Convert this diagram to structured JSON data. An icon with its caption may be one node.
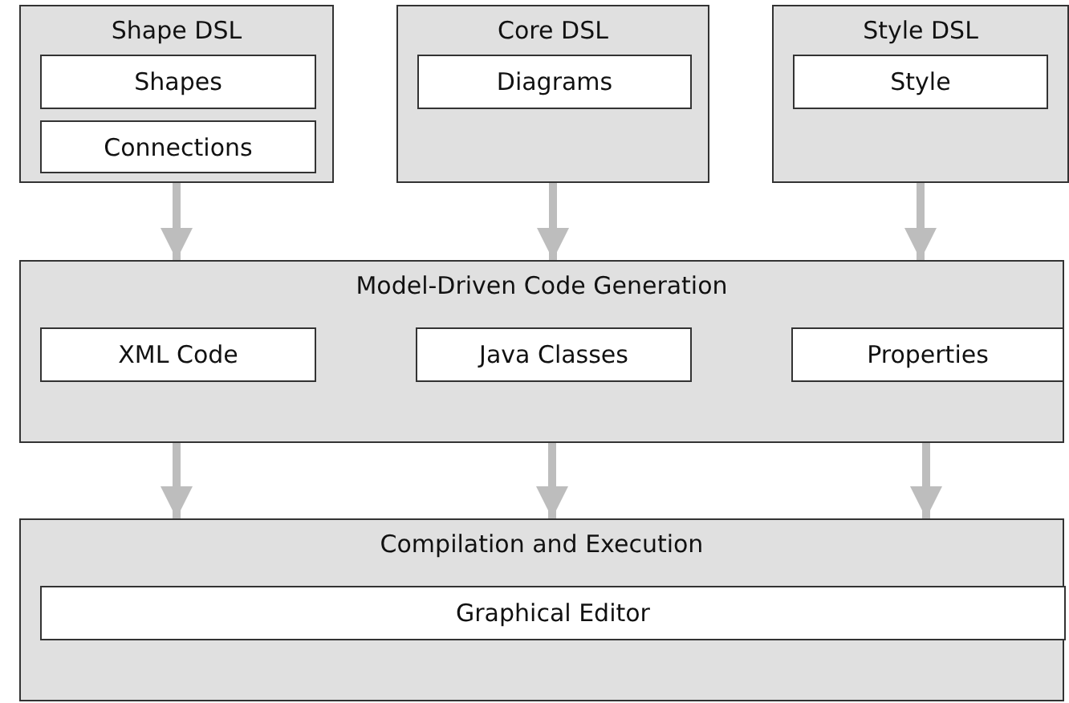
{
  "diagram": {
    "nodes": [
      {
        "text": [
          "Shape DSL"
        ]
      },
      {
        "text": [
          "Shapes"
        ],
        "in": 0
      },
      {
        "text": [
          "Connections"
        ],
        "in": 0
      },
      {
        "text": [
          "Core DSL"
        ]
      },
      {
        "text": [
          "Diagrams"
        ],
        "in": 3
      },
      {
        "text": [
          "Style DSL"
        ]
      },
      {
        "text": [
          "Style"
        ],
        "in": 5
      },
      {
        "text": [
          "Model-Driven Code Generation"
        ]
      },
      {
        "text": [
          "XML Code"
        ],
        "in": 7
      },
      {
        "text": [
          "Java Classes"
        ],
        "in": 7
      },
      {
        "text": [
          "Properties"
        ],
        "in": 7
      },
      {
        "text": [
          "Compilation and Execution"
        ]
      },
      {
        "text": [
          "Graphical Editor"
        ],
        "in": 11
      }
    ],
    "edges": [
      {
        "from": 0,
        "to": 7,
        "arrow": "to"
      },
      {
        "from": 3,
        "to": 7,
        "arrow": "to"
      },
      {
        "from": 5,
        "to": 7,
        "arrow": "to"
      },
      {
        "from": 7,
        "to": 11,
        "arrow": "to"
      },
      {
        "from": 7,
        "to": 11,
        "arrow": "to"
      },
      {
        "from": 7,
        "to": 11,
        "arrow": "to"
      }
    ]
  }
}
